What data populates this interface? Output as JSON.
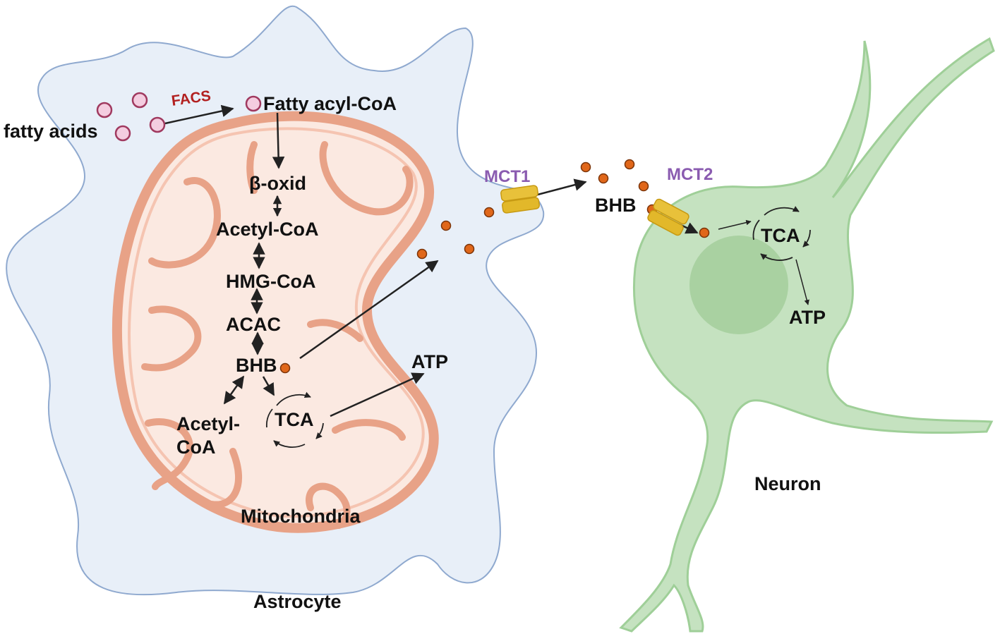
{
  "labels": {
    "fatty_acids": "fatty acids",
    "facs": "FACS",
    "fatty_acyl_coa": "Fatty acyl-CoA",
    "beta_oxid": "β-oxid",
    "acetyl_coa_top": "Acetyl-CoA",
    "hmg_coa": "HMG-CoA",
    "acac": "ACAC",
    "bhb_mito": "BHB",
    "acetyl_coa_bottom_1": "Acetyl-",
    "acetyl_coa_bottom_2": "CoA",
    "tca_astro": "TCA",
    "atp_astro": "ATP",
    "mitochondria": "Mitochondria",
    "astrocyte": "Astrocyte",
    "mct1": "MCT1",
    "mct2": "MCT2",
    "bhb_extracellular": "BHB",
    "tca_neuron": "TCA",
    "atp_neuron": "ATP",
    "neuron": "Neuron"
  },
  "colors": {
    "astrocyte_fill": "#e8eff8",
    "astrocyte_stroke": "#8fa9cf",
    "mito_outer": "#e8a287",
    "mito_fill": "#fbe9e1",
    "mito_inner": "#fff6f2",
    "neuron_fill": "#c5e2c0",
    "neuron_stroke": "#9fcf98",
    "nucleus": "#a9d1a1",
    "bhb_dot": "#e0671a",
    "fatty_acid_dot": "#f4cde0",
    "transporter": "#e2b82a",
    "facs_text": "#b22020",
    "mct_text": "#8a5bb0"
  }
}
